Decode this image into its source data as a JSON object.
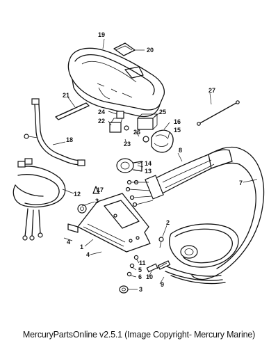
{
  "footer": {
    "caption": "MercuryPartsOnline v2.5.1 (Image Copyright- Mercury Marine)"
  },
  "callouts": {
    "c1": "1",
    "c2": "2",
    "c3a": "3",
    "c3b": "3",
    "c4a": "4",
    "c4b": "4",
    "c5": "5",
    "c6": "6",
    "c7": "7",
    "c8": "8",
    "c9": "9",
    "c10": "10",
    "c11": "11",
    "c12": "12",
    "c13": "13",
    "c14": "14",
    "c15": "15",
    "c16": "16",
    "c17": "17",
    "c18": "18",
    "c19": "19",
    "c20": "20",
    "c21": "21",
    "c22": "22",
    "c23": "23",
    "c24": "24",
    "c25": "25",
    "c26": "26",
    "c27": "27"
  }
}
